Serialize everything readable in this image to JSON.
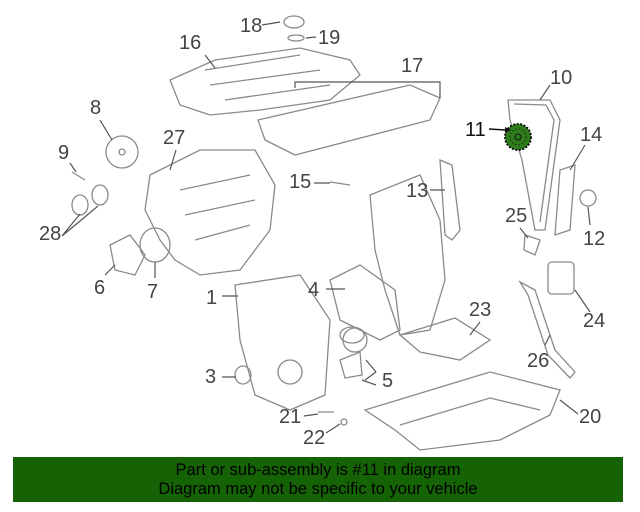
{
  "diagram": {
    "highlight_color": "#2e7d1a",
    "highlighted_part": "11",
    "callouts": [
      {
        "id": "18",
        "label": "18"
      },
      {
        "id": "19",
        "label": "19"
      },
      {
        "id": "16",
        "label": "16"
      },
      {
        "id": "17",
        "label": "17"
      },
      {
        "id": "10",
        "label": "10"
      },
      {
        "id": "8",
        "label": "8"
      },
      {
        "id": "11",
        "label": "11"
      },
      {
        "id": "27",
        "label": "27"
      },
      {
        "id": "14",
        "label": "14"
      },
      {
        "id": "9",
        "label": "9"
      },
      {
        "id": "15",
        "label": "15"
      },
      {
        "id": "13",
        "label": "13"
      },
      {
        "id": "25",
        "label": "25"
      },
      {
        "id": "12",
        "label": "12"
      },
      {
        "id": "28",
        "label": "28"
      },
      {
        "id": "6",
        "label": "6"
      },
      {
        "id": "7",
        "label": "7"
      },
      {
        "id": "1",
        "label": "1"
      },
      {
        "id": "4",
        "label": "4"
      },
      {
        "id": "23",
        "label": "23"
      },
      {
        "id": "24",
        "label": "24"
      },
      {
        "id": "26",
        "label": "26"
      },
      {
        "id": "3",
        "label": "3"
      },
      {
        "id": "5",
        "label": "5"
      },
      {
        "id": "20",
        "label": "20"
      },
      {
        "id": "21",
        "label": "21"
      },
      {
        "id": "22",
        "label": "22"
      }
    ]
  },
  "banner": {
    "background": "#156305",
    "line1": "Part or sub-assembly is #11 in diagram",
    "line2": "Diagram may not be specific to your vehicle"
  }
}
